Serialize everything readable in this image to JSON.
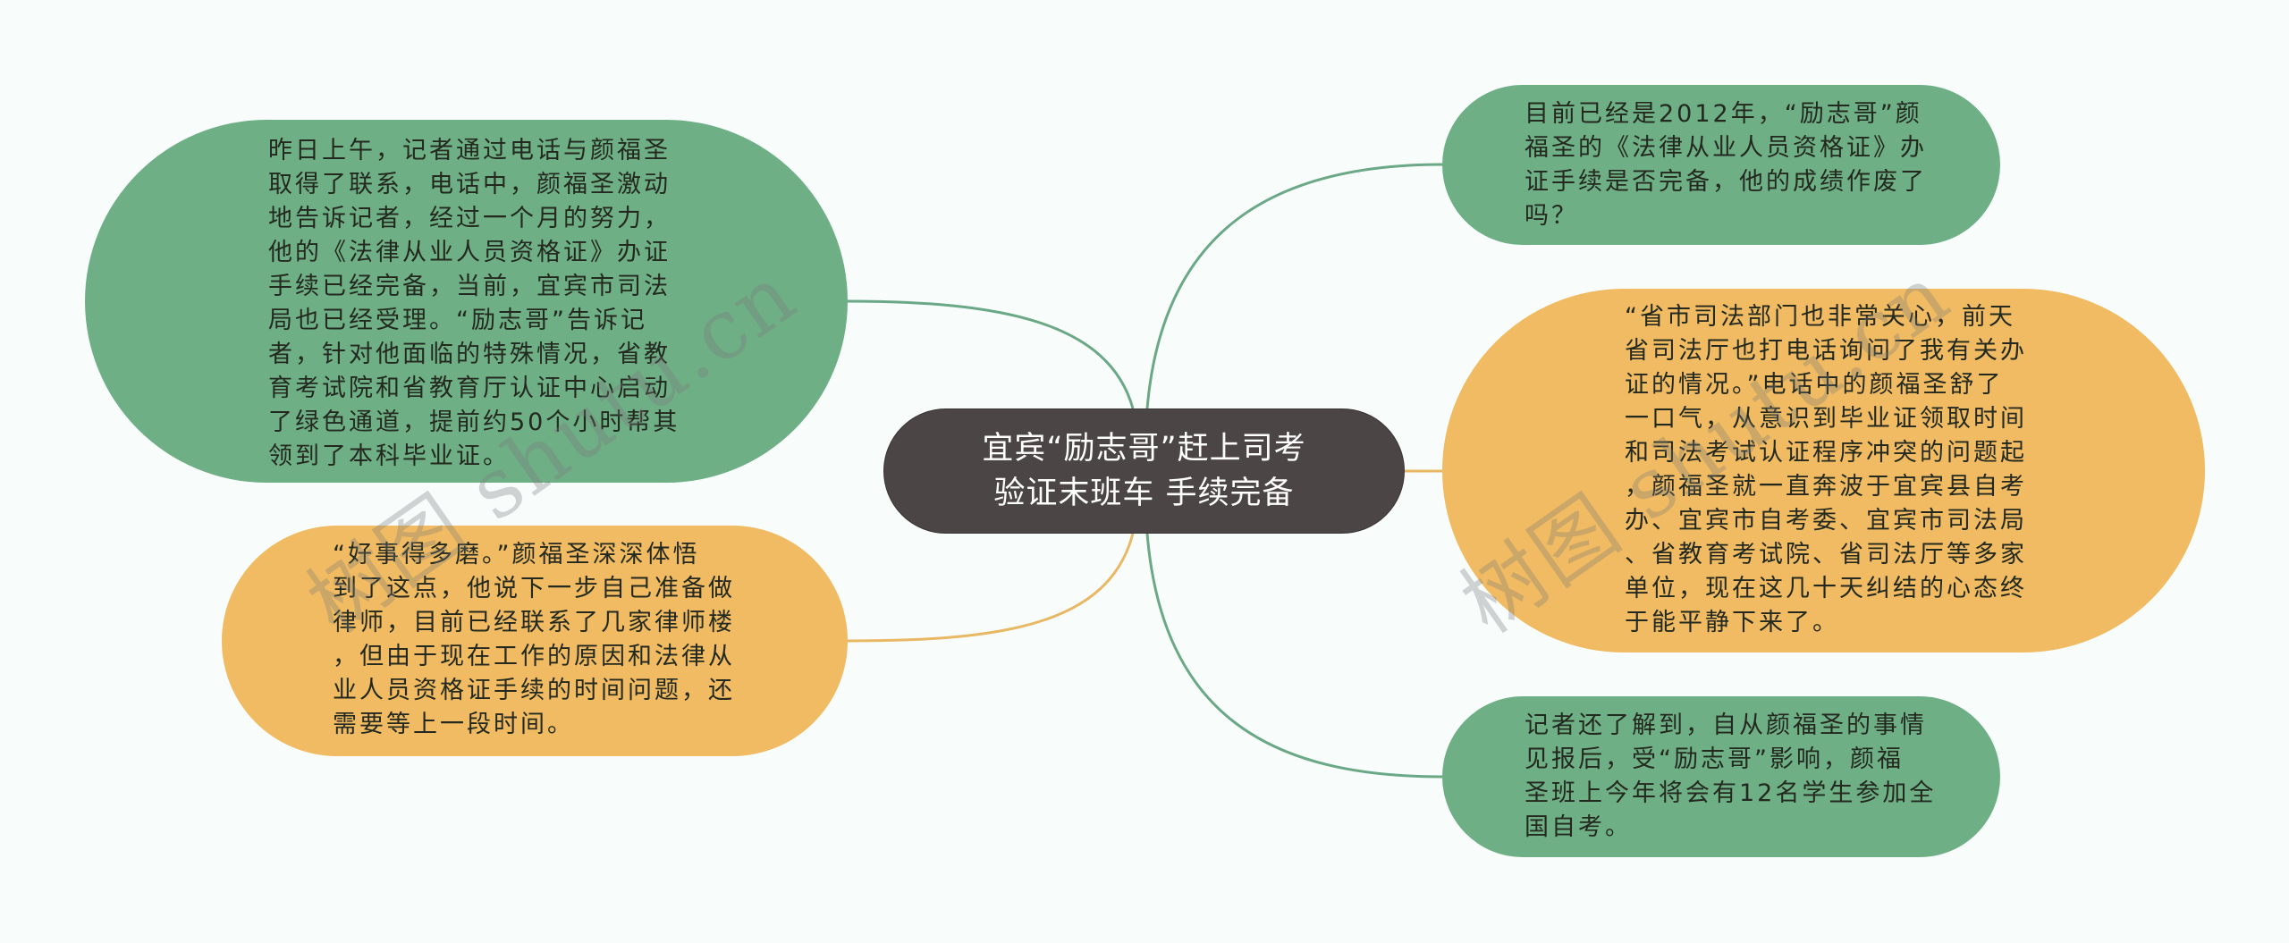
{
  "mindmap": {
    "root": {
      "lines": [
        "宜宾“励志哥”赶上司考",
        "验证末班车 手续完备"
      ],
      "color": "#4b4546"
    },
    "nodes": [
      {
        "id": "left-top",
        "side": "left",
        "color": "#6faf86",
        "lines": [
          "昨日上午，记者通过电话与颜福圣",
          "取得了联系，电话中，颜福圣激动",
          "地告诉记者，经过一个月的努力，",
          "他的《法律从业人员资格证》办证",
          "手续已经完备，当前，宜宾市司法",
          "局也已经受理。“励志哥”告诉记",
          "者，针对他面临的特殊情况，省教",
          "育考试院和省教育厅认证中心启动",
          "了绿色通道，提前约50个小时帮其",
          "领到了本科毕业证。"
        ]
      },
      {
        "id": "left-bottom",
        "side": "left",
        "color": "#f0bb62",
        "lines": [
          "“好事得多磨。”颜福圣深深体悟",
          "到了这点，他说下一步自己准备做",
          "律师，目前已经联系了几家律师楼",
          "，但由于现在工作的原因和法律从",
          "业人员资格证手续的时间问题，还",
          "需要等上一段时间。"
        ]
      },
      {
        "id": "right-top",
        "side": "right",
        "color": "#6faf86",
        "lines": [
          "目前已经是2012年，“励志哥”颜",
          "福圣的《法律从业人员资格证》办",
          "证手续是否完备，他的成绩作废了",
          "吗？"
        ]
      },
      {
        "id": "right-middle",
        "side": "right",
        "color": "#f0bb62",
        "lines": [
          "“省市司法部门也非常关心，前天",
          "省司法厅也打电话询问了我有关办",
          "证的情况。”电话中的颜福圣舒了",
          "一口气，从意识到毕业证领取时间",
          "和司法考试认证程序冲突的问题起",
          "，颜福圣就一直奔波于宜宾县自考",
          "办、宜宾市自考委、宜宾市司法局",
          "、省教育考试院、省司法厅等多家",
          "单位，现在这几十天纠结的心态终",
          "于能平静下来了。"
        ]
      },
      {
        "id": "right-bottom",
        "side": "right",
        "color": "#6faf86",
        "lines": [
          "记者还了解到，自从颜福圣的事情",
          "见报后，受“励志哥”影响，颜福",
          "圣班上今年将会有12名学生参加全",
          "国自考。"
        ]
      }
    ],
    "link_colors": {
      "green": "#6aa886",
      "orange": "#e8b865"
    }
  },
  "watermarks": [
    "树图 shutu.cn",
    "树图 shutu.cn"
  ]
}
